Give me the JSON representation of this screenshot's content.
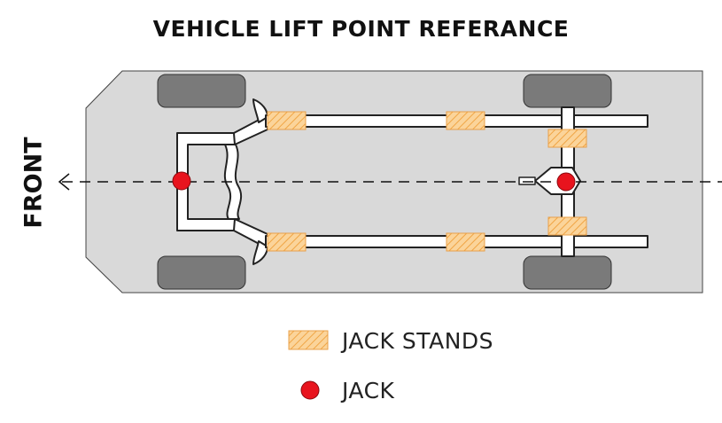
{
  "title": "VEHICLE LIFT POINT REFERANCE",
  "front_label": "FRONT",
  "legend": {
    "jack_stands": "JACK STANDS",
    "jack": "JACK"
  },
  "colors": {
    "body": "#d9d9d9",
    "tire": "#7a7a7a",
    "frame": "#ffffff",
    "outline": "#222222",
    "jack_stand_fill": "#fbd49a",
    "jack_stand_hatch": "#f0a545",
    "jack_point": "#e8141e"
  }
}
